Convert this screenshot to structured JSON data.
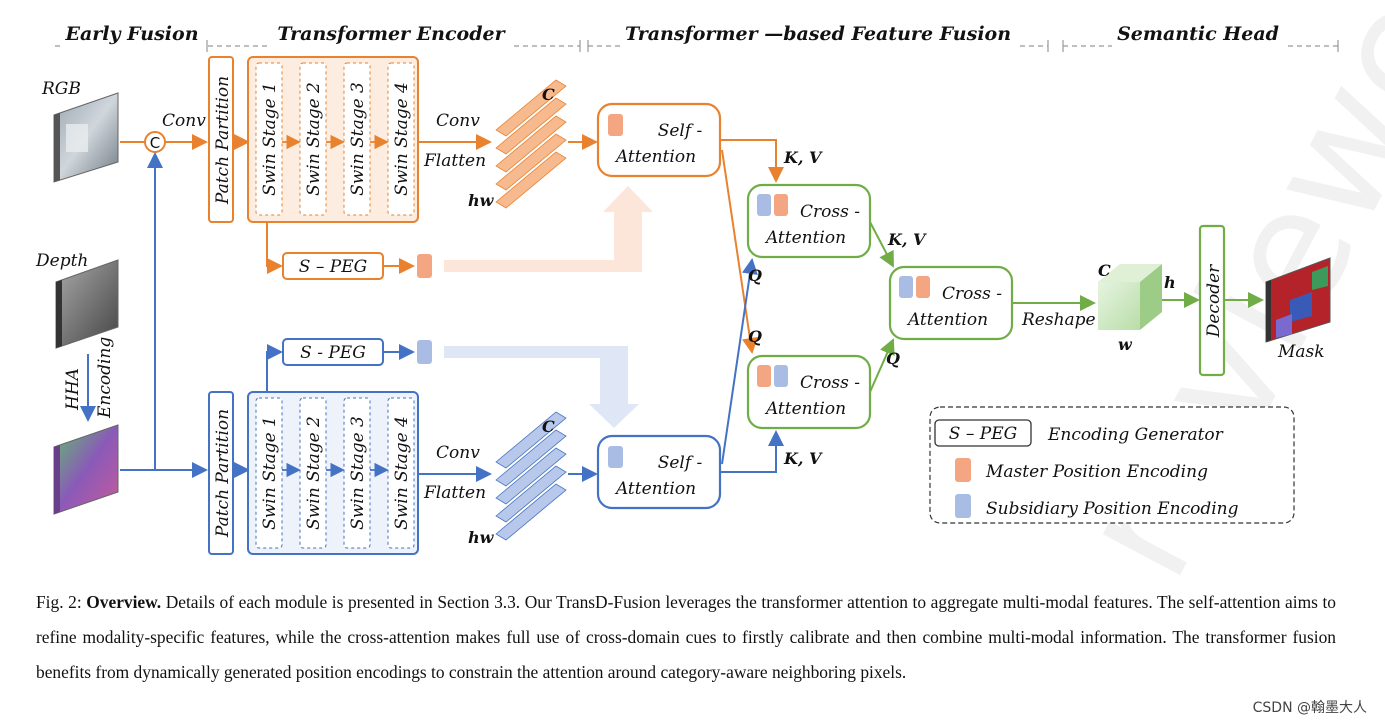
{
  "sections": {
    "early_fusion": "Early Fusion",
    "transformer_encoder": "Transformer Encoder",
    "feature_fusion": "Transformer —based Feature Fusion",
    "semantic_head": "Semantic Head"
  },
  "inputs": {
    "rgb": "RGB",
    "depth": "Depth",
    "hha": "HHA",
    "encoding": "Encoding"
  },
  "concat_symbol": "C",
  "labels": {
    "conv": "Conv",
    "flatten": "Flatten",
    "hw": "hw",
    "c": "C",
    "patch_partition": "Patch Partition",
    "kv": "K, V",
    "q": "Q",
    "reshape": "Reshape",
    "h": "h",
    "w": "w",
    "decoder": "Decoder",
    "mask": "Mask"
  },
  "swin_stages": [
    "Swin Stage 1",
    "Swin Stage 2",
    "Swin Stage 3",
    "Swin Stage 4"
  ],
  "speg_top": "S – PEG",
  "speg_bottom": "S - PEG",
  "self_attention": {
    "line1": "Self -",
    "line2": "Attention"
  },
  "cross_attention": {
    "line1": "Cross -",
    "line2": "Attention"
  },
  "legend": {
    "speg": "S – PEG",
    "encoding_generator": "Encoding Generator",
    "master": "Master Position Encoding",
    "subsidiary": "Subsidiary Position Encoding"
  },
  "colors": {
    "orange": "#e8822e",
    "blue": "#4472c4",
    "green": "#70ad47",
    "orange_fill": "#f4a582",
    "blue_fill": "#a9bde4"
  },
  "caption": {
    "prefix": "Fig. 2: ",
    "bold": "Overview.",
    "text": " Details of each module is presented in Section 3.3. Our TransD-Fusion leverages the transformer attention to aggregate multi-modal features. The self-attention aims to refine modality-specific features, while the cross-attention makes full use of cross-domain cues to firstly calibrate and then combine multi-modal information. The transformer fusion benefits from dynamically generated position encodings to constrain the attention around category-aware neighboring pixels."
  },
  "watermark_bg": "reviewed",
  "watermark": "CSDN @翰墨大人"
}
